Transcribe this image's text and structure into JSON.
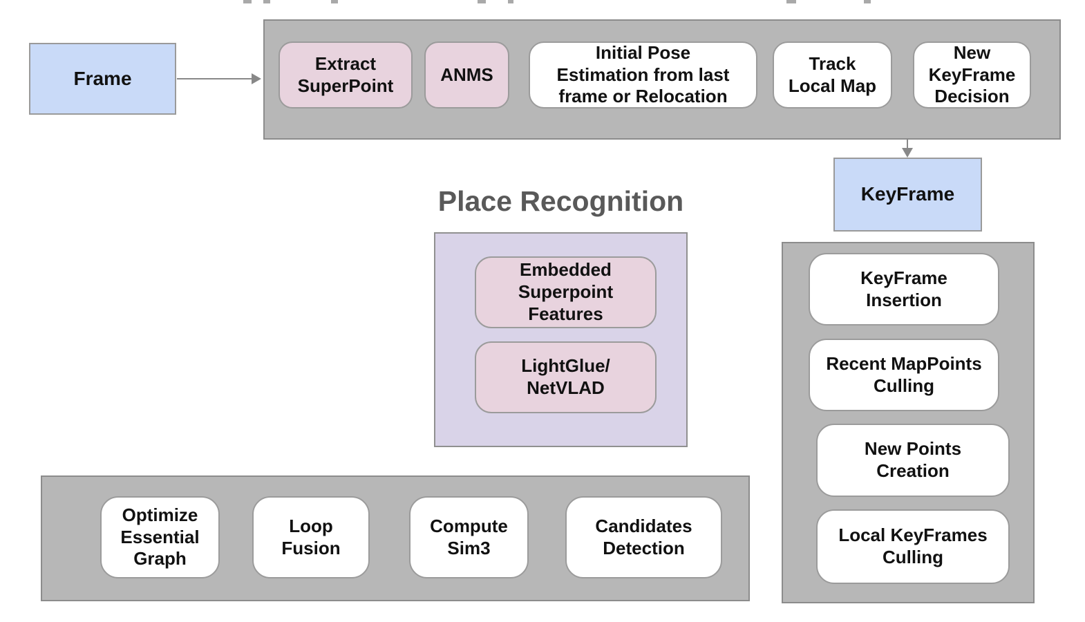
{
  "colors": {
    "container_gray": "#b7b7b7",
    "container_border": "#8c8c8c",
    "box_white": "#ffffff",
    "box_pink": "#e8d3de",
    "box_blue": "#c9daf8",
    "place_recognition_lavender": "#d9d3e8",
    "box_border_gray": "#9b9b9b",
    "arrow_gray": "#888888",
    "title_gray": "#595959",
    "text_black": "#111111"
  },
  "nodes": {
    "frame": "Frame",
    "keyframe": "KeyFrame"
  },
  "tracking_pipeline": {
    "boxes": [
      {
        "label": "Extract\nSuperPoint"
      },
      {
        "label": "ANMS"
      },
      {
        "label": "Initial Pose\nEstimation from last\nframe or Relocation"
      },
      {
        "label": "Track\nLocal Map"
      },
      {
        "label": "New\nKeyFrame\nDecision"
      }
    ]
  },
  "place_recognition": {
    "title": "Place Recognition",
    "boxes": [
      {
        "label": "Embedded\nSuperpoint\nFeatures"
      },
      {
        "label": "LightGlue/\nNetVLAD"
      }
    ]
  },
  "keyframe_pipeline": {
    "boxes": [
      {
        "label": "KeyFrame\nInsertion"
      },
      {
        "label": "Recent MapPoints\nCulling"
      },
      {
        "label": "New Points\nCreation"
      },
      {
        "label": "Local KeyFrames\nCulling"
      }
    ]
  },
  "loop_pipeline": {
    "boxes": [
      {
        "label": "Optimize\nEssential\nGraph"
      },
      {
        "label": "Loop\nFusion"
      },
      {
        "label": "Compute\nSim3"
      },
      {
        "label": "Candidates\nDetection"
      }
    ]
  }
}
